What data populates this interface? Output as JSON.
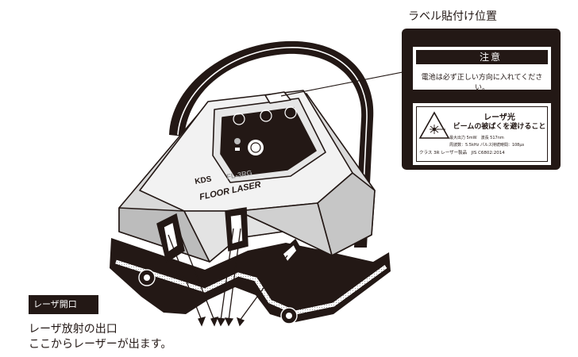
{
  "label_position_title": "ラベル貼付け位置",
  "caution_label": {
    "heading": "注意",
    "text": "電池は必ず正しい方向に入れてください。"
  },
  "laser_label": {
    "title": "レーザ光",
    "subtitle": "ビームの被ばくを避けること",
    "spec_line1": "最大出力 5mW　波長 517nm",
    "spec_line2": "周波数：5.5kHz パルス持続時間：108μs",
    "spec_line3": "クラス 3R レーザー製品　JIS C6802:2014"
  },
  "device": {
    "brand": "KDS",
    "model_mark": "FL-3RG",
    "product_name": "FLOOR LASER"
  },
  "laser_opening": {
    "tag": "レーザ開口",
    "description_line1": "レーザ放射の出口",
    "description_line2": "ここからレーザーが出ます。"
  },
  "colors": {
    "ink": "#231815",
    "device_light": "#f2f2f2",
    "device_mid": "#d9d9d9",
    "device_dark": "#bcbcbc"
  }
}
